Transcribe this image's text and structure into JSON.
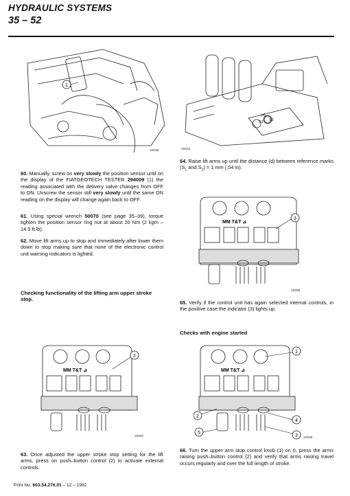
{
  "header": {
    "section_title": "HYDRAULIC SYSTEMS",
    "page_number": "35 – 52"
  },
  "figures": {
    "fig_tester": {
      "number": "20538",
      "callouts": [
        "1"
      ]
    },
    "fig_sensor": {
      "number": "20532",
      "callouts": [
        "(d)",
        "S1",
        "S2"
      ]
    },
    "fig_panel_a": {
      "number": "20598",
      "callouts": [
        "3"
      ]
    },
    "fig_panel_b": {
      "number": "20597",
      "callouts": [
        "2"
      ]
    },
    "fig_panel_c": {
      "number": "20599",
      "callouts": [
        "1",
        "2",
        "3",
        "4",
        "5"
      ]
    }
  },
  "steps": {
    "s60": {
      "num": "60.",
      "t1": "Manually, screw on ",
      "b1": "very slowly",
      "t2": " the position sensor until on the display of the FIATGEOTECH TESTER ",
      "b2": "294009",
      "t3": " (1) the reading associated with the delivery valve changes from OFF to ON. Unscrew the sensor still ",
      "b3": "very slowly",
      "t4": " until the same ON reading on the display  will change again back to OFF."
    },
    "s61": {
      "num": "61.",
      "t1": "Using special wrench ",
      "b1": "50070",
      "t2": " (see page 35–39), torque tighten the position sensor ring nut at about 20 Nm (2 kgm – 14.5 ft.lb)."
    },
    "s62": {
      "num": "62.",
      "t1": "Move lift arms up to stop and immediately after lower them down to stop making sure that none of the electronic control unit warning indicators is lighted."
    },
    "s63": {
      "num": "63.",
      "t1": "Once adjusted the upper stroke stop setting for the lift arms, press on push–button control (2) to activate external controls."
    },
    "s64": {
      "num": "64.",
      "t1": "Raise lift arms up until the distance (d) between reference marks (S",
      "sub1": "1",
      "t2": " and S",
      "sub2": "2",
      "t3": ") = 1 mm (.04 in)."
    },
    "s65": {
      "num": "65.",
      "t1": "Verify if the control unit has again selected internal controls, in the positive case the indicator (3) lights up."
    },
    "s66": {
      "num": "66.",
      "t1": "Turn the upper arm stop control knob (1) on 0, press the arms raising push–button control (2) and verify that arms raising travel occurs regularly and over the full length of stroke."
    }
  },
  "subheadings": {
    "lifting_check": "Checking functionality of the lifting arm upper stroke stop.",
    "engine_started": "Checks with engine started"
  },
  "footer": {
    "print_label": "Print No. ",
    "print_number": "603.54.276.01",
    "print_date": " – 12 – 1992"
  }
}
